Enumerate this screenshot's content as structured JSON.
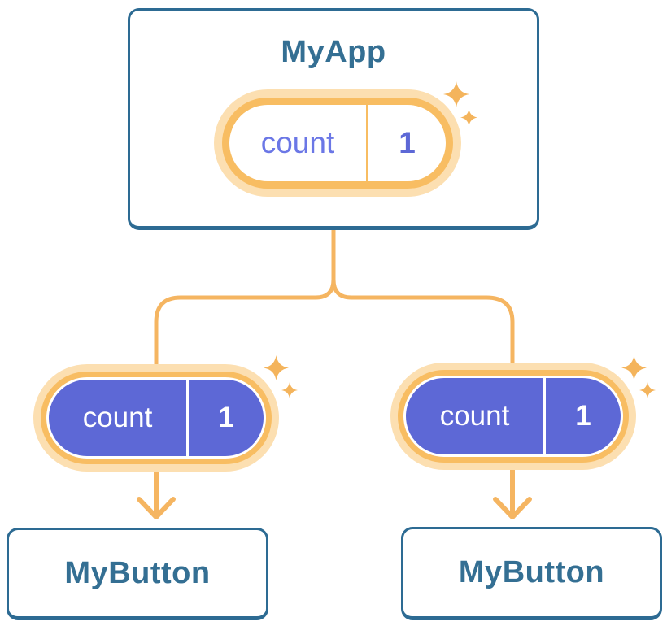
{
  "tree": {
    "root": {
      "title": "MyApp",
      "state": {
        "name": "count",
        "value": "1"
      }
    },
    "children": [
      {
        "title": "MyButton",
        "state": {
          "name": "count",
          "value": "1"
        }
      },
      {
        "title": "MyButton",
        "state": {
          "name": "count",
          "value": "1"
        }
      }
    ]
  },
  "icons": {
    "sparkle_icon": "✦",
    "arrow_down_icon": "↓"
  },
  "colors": {
    "card_border_blue": "#2d6b93",
    "title_text_blue": "#346f93",
    "connector_orange": "#f5b561",
    "pill_ring_orange": "#f8bd62",
    "pill_halo_orange": "#fcdfb1",
    "pill_fill_purple": "#5d68d6",
    "pill_text_purple": "#6b77e6",
    "pill_text_white": "#ffffff"
  }
}
